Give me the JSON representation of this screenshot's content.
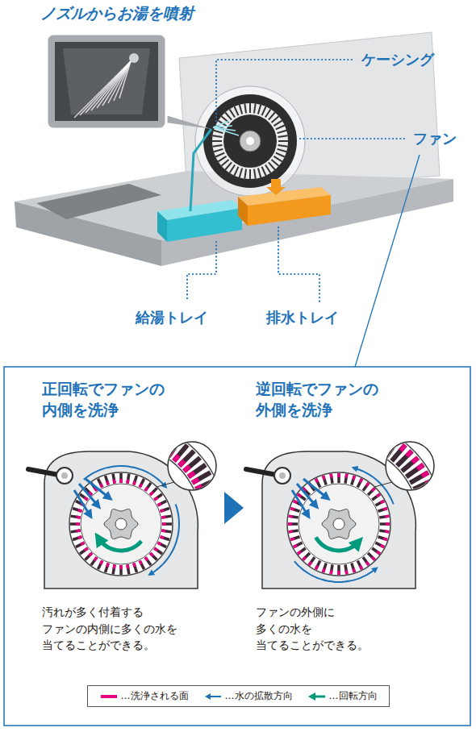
{
  "diagram": {
    "nodes": [
      {
        "text": [
          "正回転でファンの 内側を洗浄",
          "汚れが多く付着する ファンの内側に多くの水を 当てることができる。"
        ]
      },
      {
        "text": [
          "逆回転でファンの 外側を洗浄",
          "ファンの外側に 多くの水を 当てることができる。"
        ]
      }
    ],
    "edges": [
      {
        "from": 0,
        "to": 1,
        "arrow": "to"
      }
    ],
    "labels": [
      "ノズルからお湯を噴射",
      "ケーシング",
      "ファン",
      "給湯トレイ",
      "排水トレイ"
    ],
    "legend": [
      {
        "text": "…洗浄される面"
      },
      {
        "text": "…水の拡散方向"
      },
      {
        "text": "…回転方向"
      }
    ]
  }
}
